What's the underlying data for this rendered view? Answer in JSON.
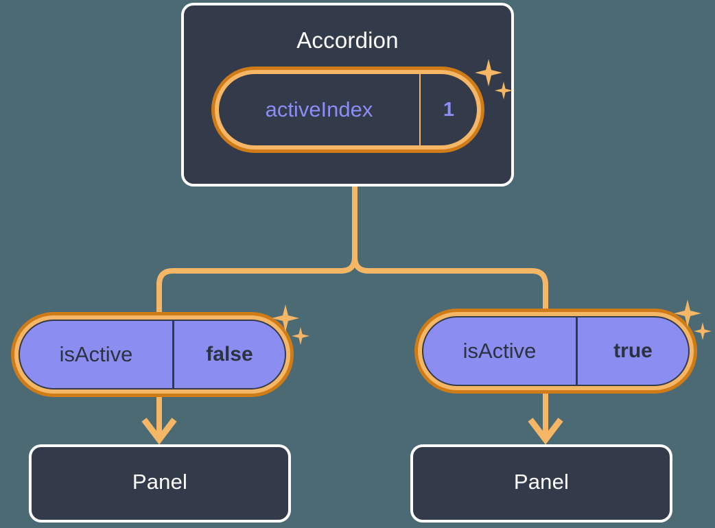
{
  "diagram": {
    "type": "component-state-tree",
    "background_color": "#4c6a73",
    "palette": {
      "node_bg": "#333a49",
      "node_border": "#ffffff",
      "ring_outer": "#cf7b18",
      "ring_inner": "#f5b765",
      "connector": "#f5b765",
      "state_purple": "#8b8ef0",
      "value_text_dark": "#2b3240",
      "value_text_indigo": "#8b8ef5"
    }
  },
  "root": {
    "title": "Accordion",
    "state": {
      "key": "activeIndex",
      "value": "1"
    }
  },
  "branches": [
    {
      "state": {
        "key": "isActive",
        "value": "false"
      },
      "child": {
        "title": "Panel"
      }
    },
    {
      "state": {
        "key": "isActive",
        "value": "true"
      },
      "child": {
        "title": "Panel"
      }
    }
  ],
  "decorations": {
    "sparkle_label": "sparkle-icon",
    "sparkle_count": 3
  }
}
